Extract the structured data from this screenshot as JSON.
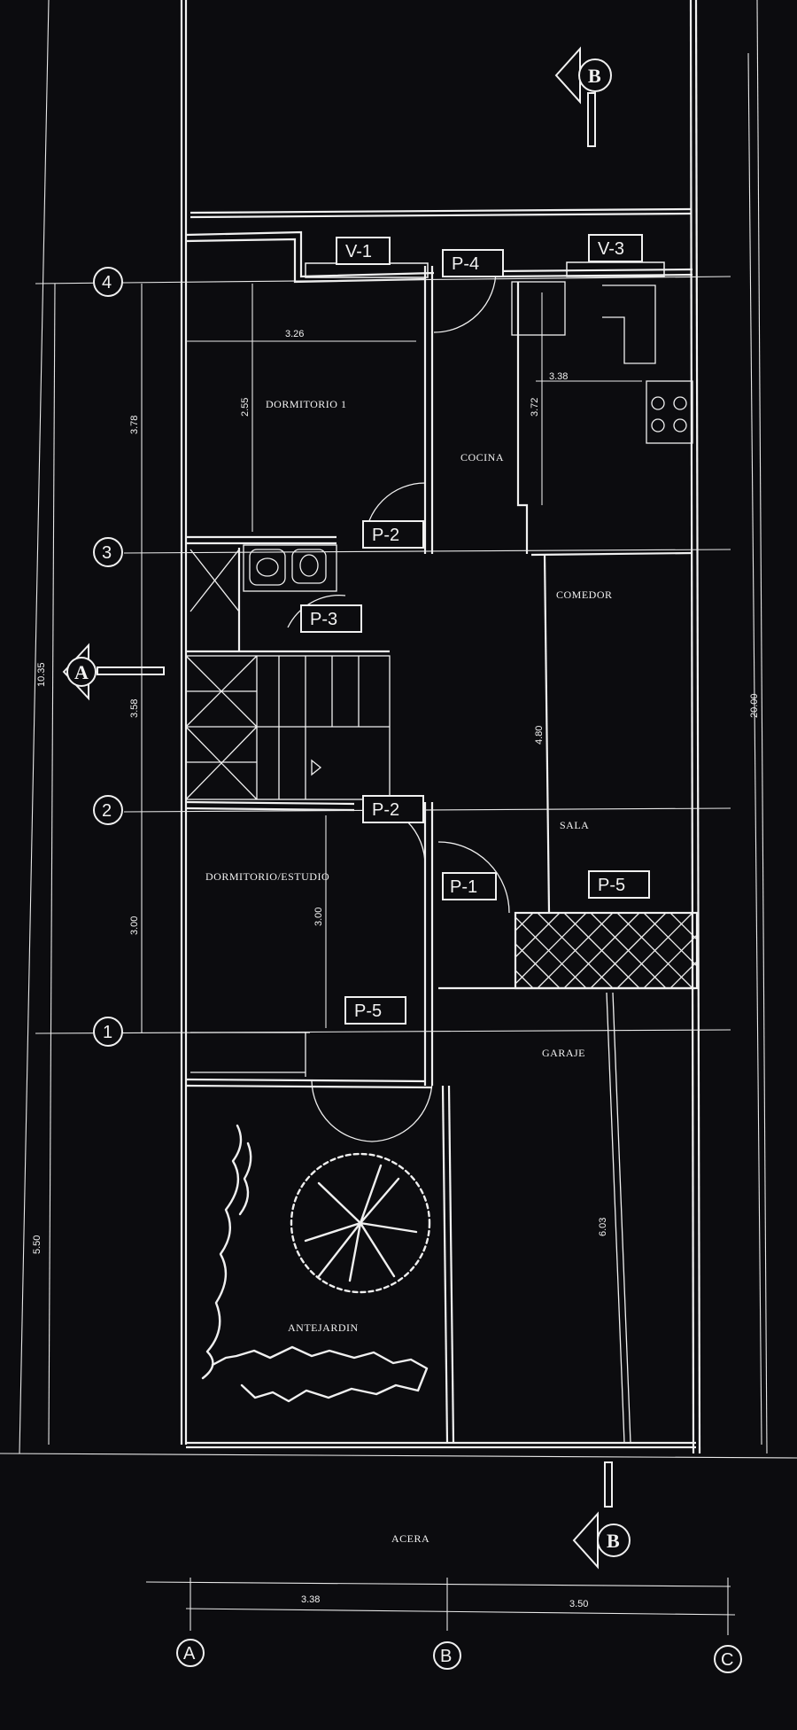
{
  "rooms": {
    "dormitorio1": "DORMITORIO 1",
    "cocina": "COCINA",
    "comedor": "COMEDOR",
    "sala": "SALA",
    "dormitorio_estudio": "DORMITORIO/ESTUDIO",
    "garaje": "GARAJE",
    "antejardin": "ANTEJARDIN",
    "acera": "ACERA"
  },
  "tags": {
    "v1": "V-1",
    "v3": "V-3",
    "p4": "P-4",
    "p2_upper": "P-2",
    "p3": "P-3",
    "p2_lower": "P-2",
    "p1": "P-1",
    "p5_sala": "P-5",
    "p5_dorm": "P-5"
  },
  "axes": {
    "rows": [
      "4",
      "3",
      "2",
      "1"
    ],
    "columns": [
      "A",
      "B",
      "C"
    ]
  },
  "sections": {
    "top": "B",
    "left": "A",
    "bottom": "B"
  },
  "dimensions": {
    "d_3_26": "3.26",
    "d_2_55": "2.55",
    "d_3_78": "3.78",
    "d_3_38_cocina": "3.38",
    "d_3_72": "3.72",
    "d_10_35": "10.35",
    "d_3_58": "3.58",
    "d_4_80": "4.80",
    "d_20_00": "20.00",
    "d_3_00_left": "3.00",
    "d_3_00_dorm": "3.00",
    "d_5_50": "5.50",
    "d_6_03": "6.03",
    "d_3_38_bottom": "3.38",
    "d_3_50_bottom": "3.50"
  },
  "colors": {
    "background": "#0c0c0f",
    "lines": "#f0f0f0"
  }
}
